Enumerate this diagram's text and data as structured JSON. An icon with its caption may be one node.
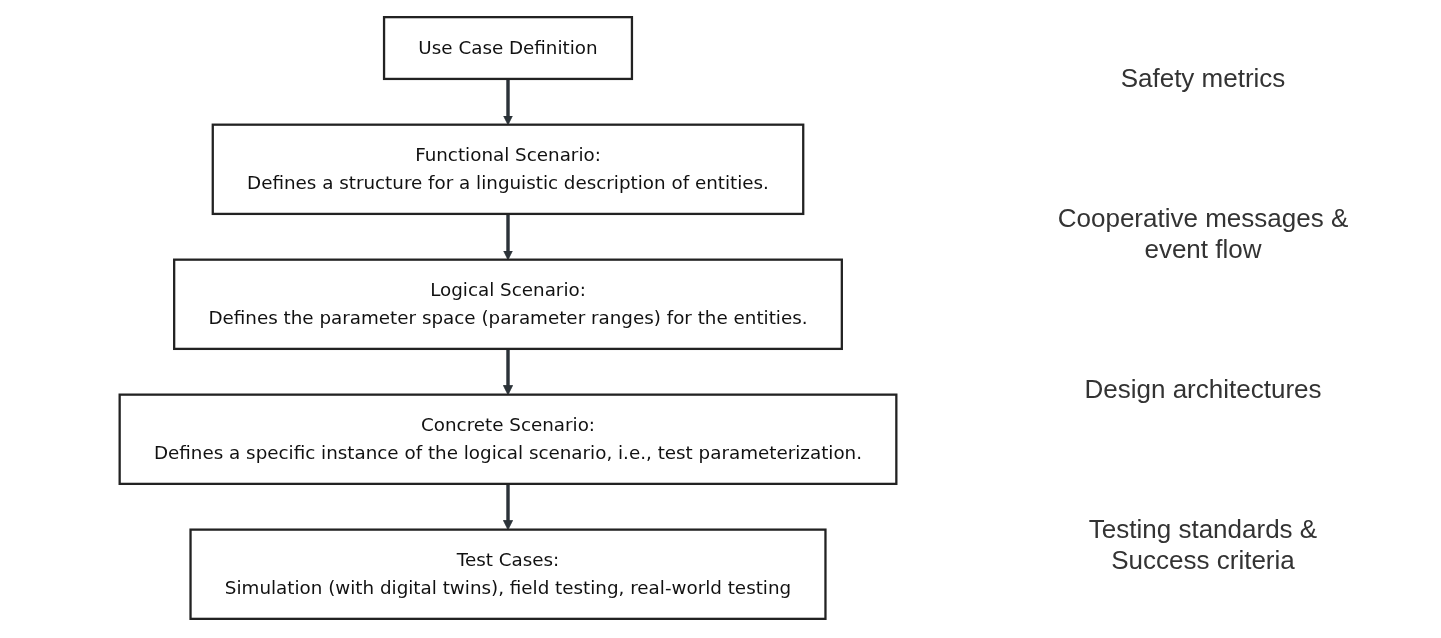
{
  "diagram": {
    "nodes": [
      {
        "text": [
          "Use Case Definition"
        ]
      },
      {
        "text": [
          "Functional Scenario:",
          "Defines a structure for a linguistic description of entities."
        ]
      },
      {
        "text": [
          "Logical Scenario:",
          "Defines the parameter space (parameter ranges) for the entities."
        ]
      },
      {
        "text": [
          "Concrete Scenario:",
          "Defines a specific instance of the logical scenario, i.e., test parameterization."
        ]
      },
      {
        "text": [
          "Test Cases:",
          "Simulation (with digital twins), field testing, real-world testing"
        ]
      }
    ],
    "edges": [
      {
        "from": 0,
        "to": 1,
        "arrow": "to"
      },
      {
        "from": 1,
        "to": 2,
        "arrow": "to"
      },
      {
        "from": 2,
        "to": 3,
        "arrow": "to"
      },
      {
        "from": 3,
        "to": 4,
        "arrow": "to"
      }
    ],
    "labels": [
      "Safety metrics",
      "Cooperative messages & event flow",
      "Design architectures",
      "Testing standards & Success criteria"
    ]
  }
}
